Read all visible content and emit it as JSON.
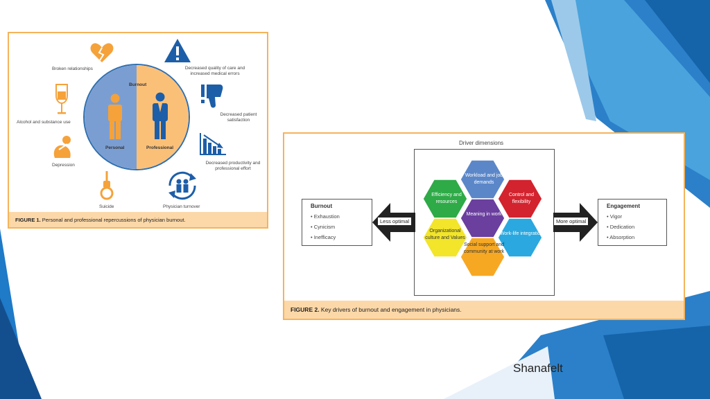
{
  "fig1": {
    "center_title": "Burnout",
    "left_label": "Personal",
    "right_label": "Professional",
    "labels": {
      "broken_relationships": "Broken relationships",
      "alcohol": "Alcohol and substance use",
      "depression": "Depression",
      "suicide": "Suicide",
      "quality": "Decreased quality of care and increased medical errors",
      "satisfaction": "Decreased patient satisfaction",
      "productivity": "Decreased productivity and professional effort",
      "turnover": "Physician turnover"
    },
    "caption_bold": "FIGURE 1.",
    "caption_text": " Personal and professional repercussions of physician burnout."
  },
  "fig2": {
    "header": "Driver dimensions",
    "burnout": {
      "title": "Burnout",
      "items": [
        "• Exhaustion",
        "• Cynicism",
        "• Inefficacy"
      ]
    },
    "engagement": {
      "title": "Engagement",
      "items": [
        "• Vigor",
        "• Dedication",
        "• Absorption"
      ]
    },
    "left_arrow": "Less optimal",
    "right_arrow": "More optimal",
    "hexes": {
      "workload": "Workload and job demands",
      "efficiency": "Efficiency and resources",
      "control": "Control and flexibility",
      "meaning": "Meaning in work",
      "culture": "Organizational culture and Values",
      "worklife": "Work-life integration",
      "social": "Social support and community at work"
    },
    "caption_bold": "FIGURE 2.",
    "caption_text": " Key drivers of burnout and engagement in physicians."
  },
  "author": "Shanafelt",
  "colors": {
    "accent_blue": "#1f7ac8",
    "figure_border": "#f5b35a",
    "caption_bg": "#fcd8a8",
    "hex_workload": "#5b87c9",
    "hex_efficiency": "#2eaa47",
    "hex_control": "#d3232e",
    "hex_meaning": "#6a3f9e",
    "hex_culture": "#f2e52a",
    "hex_worklife": "#2aa8df",
    "hex_social": "#f7a823"
  }
}
